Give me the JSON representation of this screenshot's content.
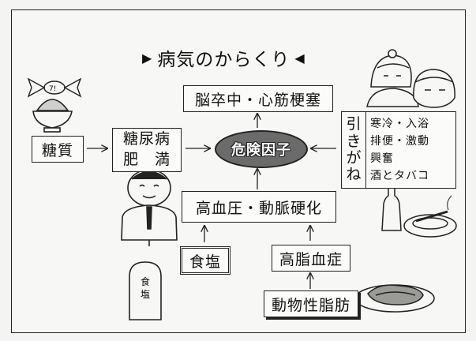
{
  "title": "病気のからくり",
  "candy_label": "7!",
  "nodes": {
    "stroke_mi": "脳卒中・心筋梗塞",
    "sugar": "糖質",
    "diabetes_line1": "糖尿病",
    "diabetes_line2": "肥　満",
    "risk_factors": "危険因子",
    "hypertension": "高血圧・動脈硬化",
    "salt": "食塩",
    "hyperlipidemia": "高脂血症",
    "animal_fat": "動物性脂肪"
  },
  "triggers": {
    "header_chars": [
      "引",
      "き",
      "が",
      "ね"
    ],
    "items": [
      "寒冷・入浴",
      "排便・激動",
      "興奮",
      "酒とタバコ"
    ]
  },
  "salt_container_chars": [
    "食",
    "塩"
  ]
}
